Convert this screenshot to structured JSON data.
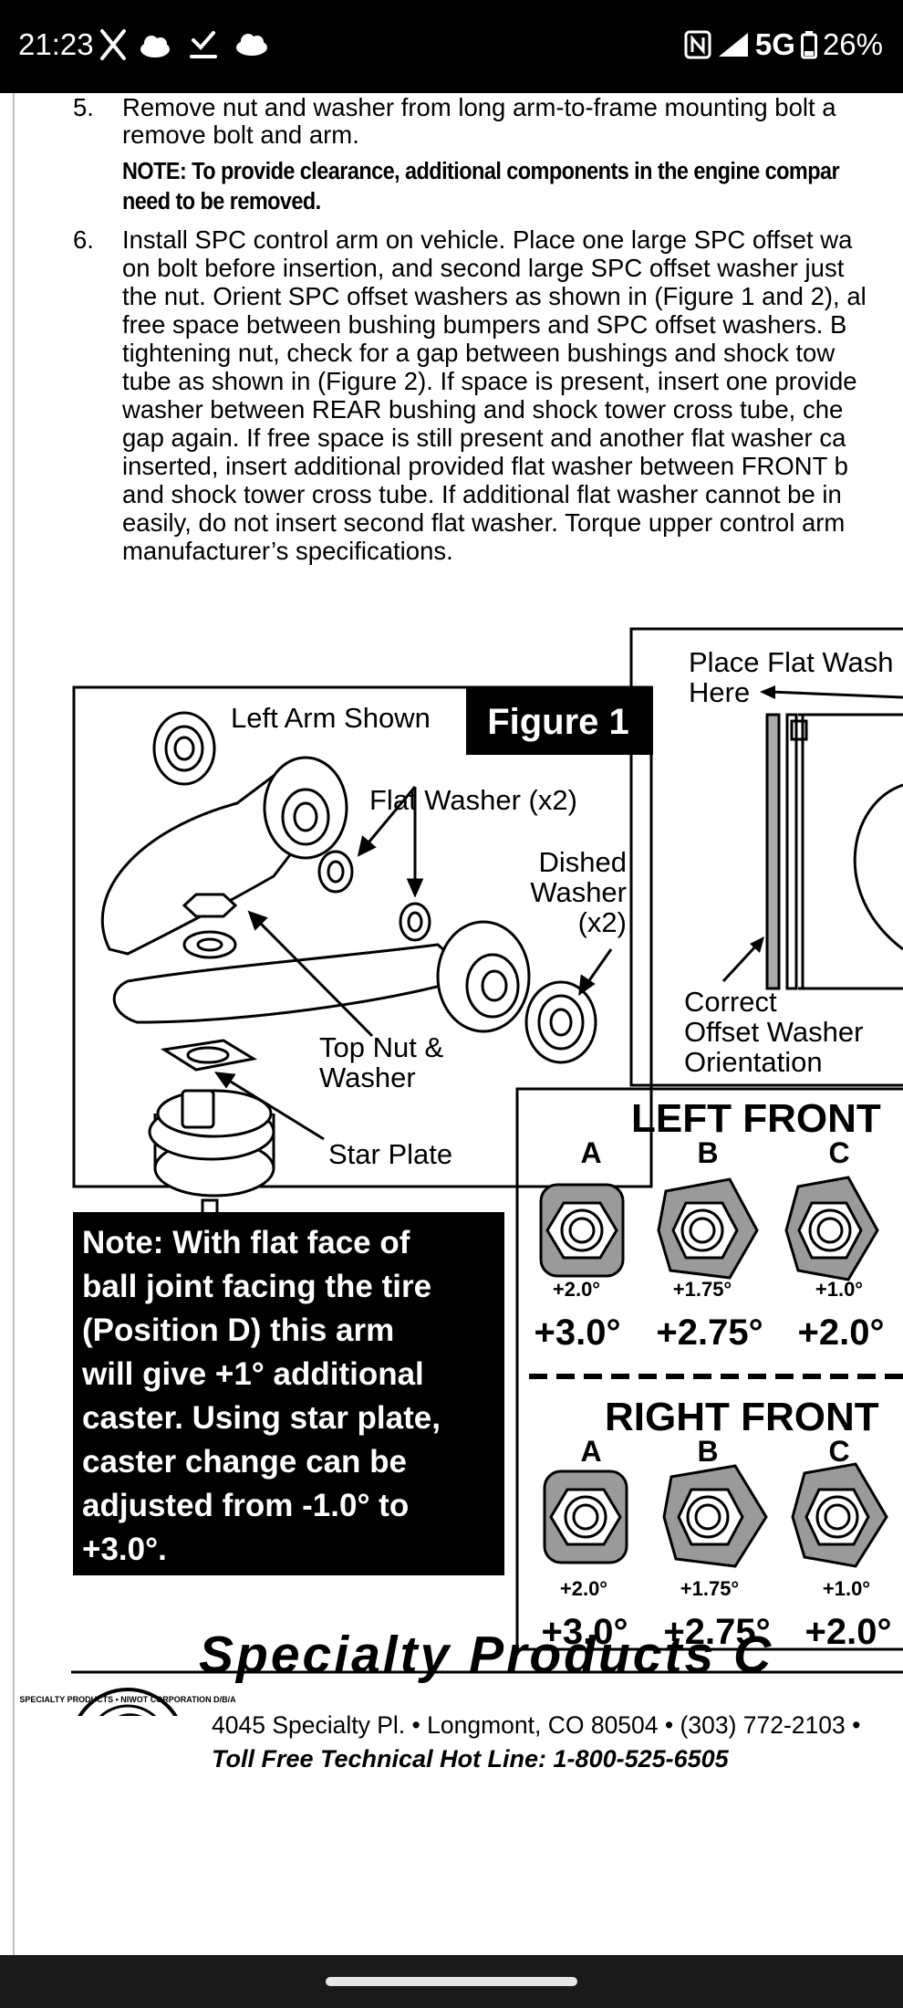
{
  "status_bar": {
    "time": "21:23",
    "network": "5G",
    "battery": "26%"
  },
  "instructions": {
    "step5": {
      "number": "5.",
      "lines": [
        "Remove nut and washer from long arm-to-frame mounting bolt a",
        "remove bolt and arm."
      ]
    },
    "note": {
      "lines": [
        "NOTE:  To provide clearance, additional components in the engine compar",
        "need to be removed."
      ]
    },
    "step6": {
      "number": "6.",
      "lines": [
        "Install SPC control arm on vehicle. Place one large SPC offset wa",
        "on bolt before insertion, and second large SPC offset washer just",
        "the nut. Orient SPC offset washers as shown in (Figure 1 and 2), al",
        "free space between bushing bumpers and SPC offset washers. B",
        "tightening nut, check for a gap between bushings and shock tow",
        "tube as shown in (Figure 2). If space is present, insert one provide",
        "washer between REAR bushing and shock tower cross tube, che",
        "gap again. If free space is still present and another flat washer ca",
        "inserted, insert additional provided flat washer between FRONT b",
        "and shock tower cross tube. If additional flat washer cannot be in",
        "easily, do not insert second flat washer. Torque upper control arm",
        "manufacturer’s specifications."
      ]
    }
  },
  "figure1": {
    "title": "Figure 1",
    "caption": "Left Arm Shown",
    "labels": {
      "flat_washer": "Flat Washer (x2)",
      "dished_line1": "Dished",
      "dished_line2": "Washer",
      "dished_line3": "(x2)",
      "top_nut_line1": "Top Nut &",
      "top_nut_line2": "Washer",
      "star_plate": "Star Plate"
    }
  },
  "figure2": {
    "place_line1": "Place Flat Wash",
    "place_line2": "Here",
    "correct_line1": "Correct",
    "correct_line2": "Offset Washer",
    "correct_line3": "Orientation"
  },
  "caster_note": "Note: With flat face of\nball joint facing the tire\n(Position D) this arm\nwill give +1° additional\ncaster.  Using star plate,\ncaster change can be\nadjusted from -1.0° to\n+3.0°.",
  "left_front": {
    "title": "LEFT FRONT",
    "positions": [
      {
        "letter": "A",
        "small": "+2.0°",
        "big": "+3.0°"
      },
      {
        "letter": "B",
        "small": "+1.75°",
        "big": "+2.75°"
      },
      {
        "letter": "C",
        "small": "+1.0°",
        "big": "+2.0°"
      }
    ]
  },
  "right_front": {
    "title": "RIGHT FRONT",
    "positions": [
      {
        "letter": "A",
        "small": "+2.0°",
        "big": "+3.0°"
      },
      {
        "letter": "B",
        "small": "+1.75°",
        "big": "+2.75°"
      },
      {
        "letter": "C",
        "small": "+1.0°",
        "big": "+2.0°"
      }
    ]
  },
  "footer": {
    "company": "Specialty Products C",
    "address": "4045 Specialty Pl. • Longmont, CO 80504 • (303) 772-2103 •",
    "hotline": "Toll Free Technical Hot Line: 1-800-525-6505",
    "logo_ring_text": "SPECIALTY PRODUCTS • NIWOT CORPORATION D/B/A"
  }
}
